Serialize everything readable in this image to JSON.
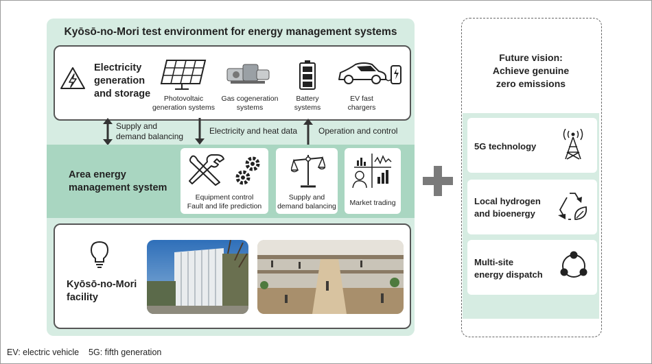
{
  "title": "Kyōsō-no-Mori test environment for energy management systems",
  "generation": {
    "heading": [
      "Electricity",
      "generation",
      "and storage"
    ],
    "items": [
      {
        "icon": "solar-panel-icon",
        "label": [
          "Photovoltaic",
          "generation systems"
        ]
      },
      {
        "icon": "cogeneration-icon",
        "label": [
          "Gas cogeneration",
          "systems"
        ]
      },
      {
        "icon": "battery-icon",
        "label": [
          "Battery",
          "systems"
        ]
      },
      {
        "icon": "ev-charger-icon",
        "label": [
          "EV fast",
          "chargers"
        ]
      }
    ]
  },
  "flows": {
    "supply": [
      "Supply and",
      "demand balancing"
    ],
    "data": "Electricity and heat data",
    "control": "Operation and control"
  },
  "aems": {
    "heading": [
      "Area energy",
      "management system"
    ],
    "cards": [
      {
        "label": [
          "Equipment control",
          "Fault and life prediction"
        ]
      },
      {
        "label": [
          "Supply and",
          "demand balancing"
        ]
      },
      {
        "label": [
          "Market trading"
        ]
      }
    ]
  },
  "facility": {
    "heading": [
      "Kyōsō-no-Mori",
      "facility"
    ]
  },
  "future": {
    "heading": [
      "Future vision:",
      "Achieve genuine",
      "zero emissions"
    ],
    "items": [
      {
        "icon": "5g-tower-icon",
        "label": [
          "5G technology"
        ]
      },
      {
        "icon": "recycle-leaf-icon",
        "label": [
          "Local hydrogen",
          "and bioenergy"
        ]
      },
      {
        "icon": "network-icon",
        "label": [
          "Multi-site",
          "energy dispatch"
        ]
      }
    ]
  },
  "footnote": "EV: electric vehicle    5G: fifth generation",
  "colors": {
    "panel": "#d6ece2",
    "band": "#a9d6c1",
    "plus": "#7a7a7a"
  }
}
